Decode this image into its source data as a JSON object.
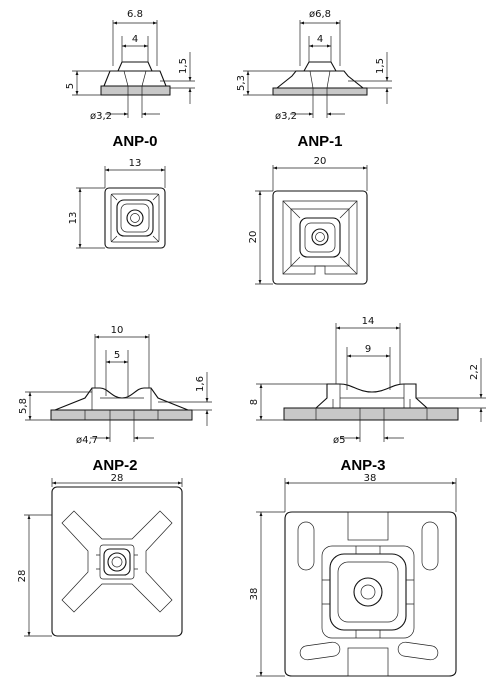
{
  "parts": [
    {
      "id": "ANP-0",
      "title": "ANP-0",
      "side": {
        "top_width": "6.8",
        "inner_width": "4",
        "height": "5",
        "top_thickness": "1,5",
        "hole": "ø3,2"
      },
      "plan": {
        "width": "13",
        "height": "13"
      }
    },
    {
      "id": "ANP-1",
      "title": "ANP-1",
      "side": {
        "top_width": "ø6,8",
        "inner_width": "4",
        "height": "5,3",
        "top_thickness": "1,5",
        "hole": "ø3,2"
      },
      "plan": {
        "width": "20",
        "height": "20"
      }
    },
    {
      "id": "ANP-2",
      "title": "ANP-2",
      "side": {
        "top_width": "10",
        "inner_width": "5",
        "height": "5,8",
        "top_thickness": "1,6",
        "hole": "ø4,7"
      },
      "plan": {
        "width": "28",
        "height": "28"
      }
    },
    {
      "id": "ANP-3",
      "title": "ANP-3",
      "side": {
        "top_width": "14",
        "inner_width": "9",
        "height": "8",
        "top_thickness": "2,2",
        "hole": "ø5"
      },
      "plan": {
        "width": "38",
        "height": "38"
      }
    }
  ],
  "colors": {
    "line": "#111111",
    "base_fill": "#c8c8c8",
    "background": "#ffffff"
  }
}
